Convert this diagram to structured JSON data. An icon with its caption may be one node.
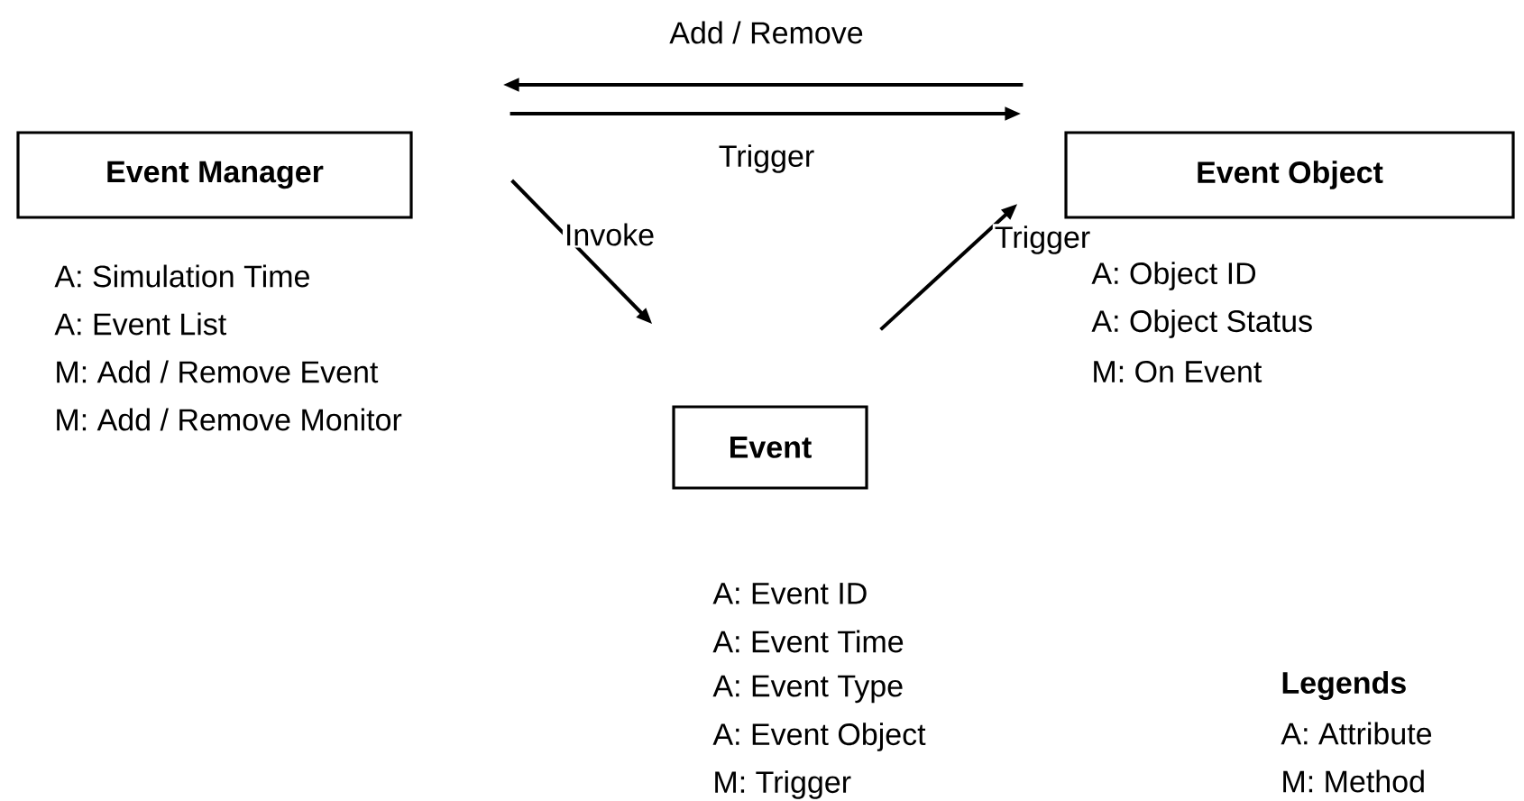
{
  "diagram": {
    "nodes": [
      {
        "text": [
          "Event Manager"
        ],
        "beside": [
          "A: Simulation Time",
          "A: Event List",
          "M: Add / Remove Event",
          "M: Add / Remove Monitor"
        ]
      },
      {
        "text": [
          "Event Object"
        ],
        "beside": [
          "A: Object ID",
          "A: Object Status",
          "M: On Event"
        ]
      },
      {
        "text": [
          "Event"
        ],
        "beside": [
          "A: Event ID",
          "A: Event Time",
          "A: Event Type",
          "A: Event Object",
          "M: Trigger"
        ]
      }
    ],
    "edges": [
      {
        "from": 1,
        "to": 0,
        "arrow": "to",
        "label": "Add / Remove"
      },
      {
        "from": 0,
        "to": 1,
        "arrow": "to",
        "label": "Trigger"
      },
      {
        "from": 0,
        "to": 2,
        "arrow": "to",
        "label": "Invoke"
      },
      {
        "from": 2,
        "to": 1,
        "arrow": "to",
        "label": "Trigger"
      }
    ],
    "labels": [
      "Legends",
      "A: Attribute",
      "M: Method"
    ]
  }
}
